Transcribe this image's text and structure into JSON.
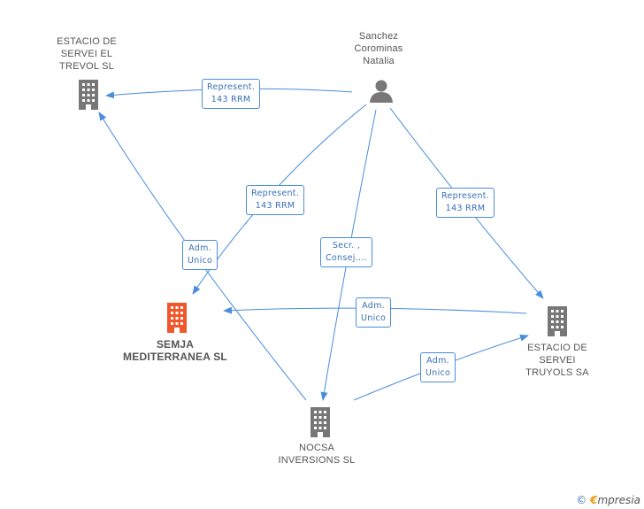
{
  "colors": {
    "edge": "#4a8ddc",
    "company": "#777777",
    "company_main": "#f0572a",
    "person": "#777777"
  },
  "nodes": {
    "person_sanchez": {
      "label": "Sanchez\nCorominas\nNatalia",
      "icon": "person-icon"
    },
    "company_trevol": {
      "label": "ESTACIO DE\nSERVEI EL\nTREVOL SL",
      "icon": "building-icon"
    },
    "company_semja": {
      "label": "SEMJA\nMEDITERRANEA SL",
      "icon": "building-icon"
    },
    "company_truyols": {
      "label": "ESTACIO DE\nSERVEI\nTRUYOLS SA",
      "icon": "building-icon"
    },
    "company_nocsa": {
      "label": "NOCSA\nINVERSIONS SL",
      "icon": "building-icon"
    }
  },
  "edges": {
    "sanchez_trevol": "Represent.\n143 RRM",
    "sanchez_semja": "Represent.\n143 RRM",
    "sanchez_truyols": "Represent.\n143 RRM",
    "sanchez_nocsa": "Secr. ,\nConsej....",
    "nocsa_trevol": "Adm.\nUnico",
    "truyols_semja": "Adm.\nUnico",
    "nocsa_truyols": "Adm.\nUnico"
  },
  "watermark": {
    "copyright": "©",
    "brand_initial": "€",
    "brand_rest": "mpresia"
  }
}
